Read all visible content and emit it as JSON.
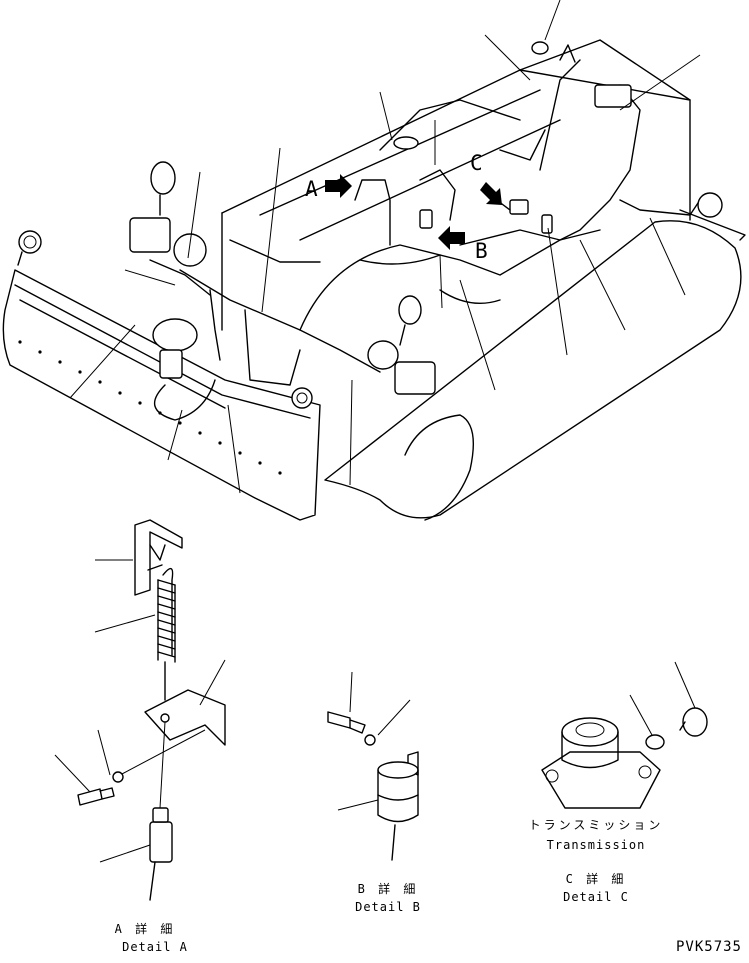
{
  "drawing": {
    "view_labels": {
      "a": "A",
      "b": "B",
      "c": "C"
    },
    "detail_a": {
      "jp": "A 詳 細",
      "en": "Detail A"
    },
    "detail_b": {
      "jp": "B 詳 細",
      "en": "Detail B"
    },
    "detail_c": {
      "jp": "C 詳 細",
      "en": "Detail C"
    },
    "transmission": {
      "jp": "トランスミッション",
      "en": "Transmission"
    },
    "drawing_code": "PVK5735"
  }
}
